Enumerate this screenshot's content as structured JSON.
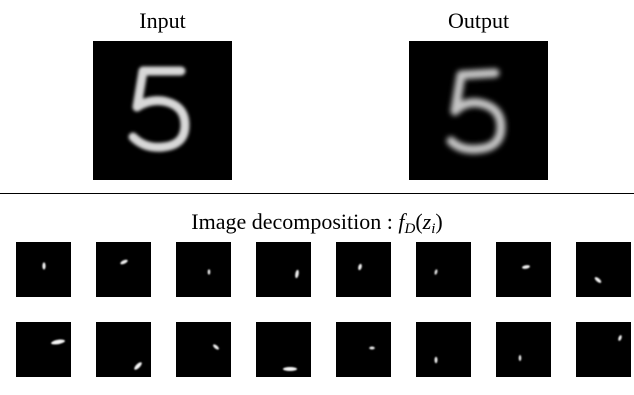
{
  "input_label": "Input",
  "output_label": "Output",
  "decomposition": {
    "prefix": "Image decomposition : ",
    "func": "f",
    "func_sub": "D",
    "arg_open": "(",
    "arg": "z",
    "arg_sub": "i",
    "arg_close": ")"
  },
  "input_digit": "5",
  "output_digit": "5"
}
